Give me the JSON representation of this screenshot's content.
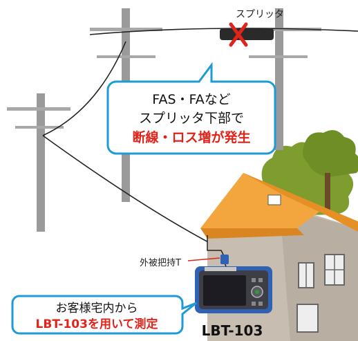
{
  "splitter_label": "スプリッタ",
  "callout_top": {
    "line1": "FAS・FAなど",
    "line2": "スプリッタ下部で",
    "line3": "断線・ロス増が発生"
  },
  "clamp_label": "外被把持T",
  "callout_bottom": {
    "line1": "お客様宅内から",
    "line2": "LBT-103を用いて測定"
  },
  "device_name": "LBT-103",
  "colors": {
    "callout_border": "#1e9ad6",
    "highlight_red": "#e2231a",
    "roof": "#f0a43a",
    "wall": "#c8bfb4",
    "pole": "#9a9a9a",
    "device_blue": "#2f62b5",
    "tree": "#7a9a2a"
  },
  "icons": {
    "fault_mark": "red-x-icon",
    "splitter": "splitter-box-icon",
    "clamp": "cable-clamp-icon"
  }
}
